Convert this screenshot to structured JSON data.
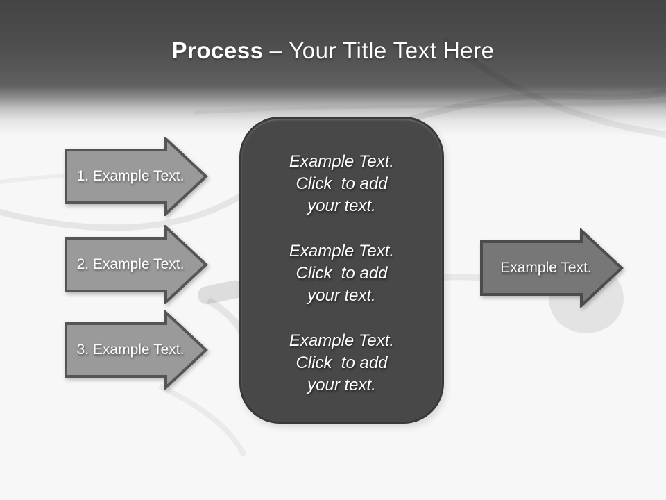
{
  "title": {
    "emphasis": "Process",
    "separator": "–",
    "text": "Your Title Text Here"
  },
  "left_arrows": [
    {
      "label": "1. Example Text."
    },
    {
      "label": "2. Example Text."
    },
    {
      "label": "3. Example Text."
    }
  ],
  "center_box": {
    "groups": [
      {
        "line1": "Example Text.",
        "line2": "Click  to add",
        "line3": "your text."
      },
      {
        "line1": "Example Text.",
        "line2": "Click  to add",
        "line3": "your text."
      },
      {
        "line1": "Example Text.",
        "line2": "Click  to add",
        "line3": "your text."
      }
    ]
  },
  "right_arrow": {
    "label": "Example Text."
  },
  "colors": {
    "header_dark": "#474747",
    "background": "#f7f7f7",
    "left_arrow_fill": "#9a9a9a",
    "left_arrow_border": "#555555",
    "right_arrow_fill": "#777777",
    "right_arrow_border": "#4c4c4c",
    "center_box_fill": "#484848",
    "center_box_border": "#393939",
    "text": "#ffffff"
  },
  "background_motif": "faded earphone cables photo"
}
